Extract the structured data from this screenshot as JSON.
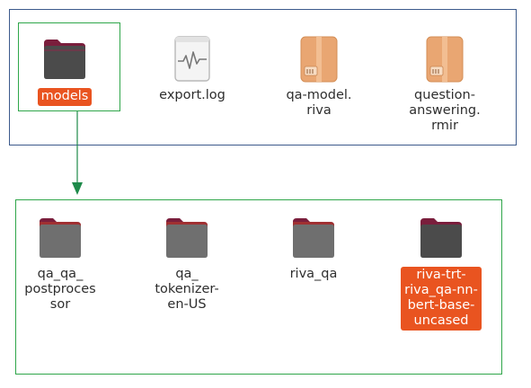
{
  "top_folder": {
    "items": [
      {
        "label": "models",
        "icon": "folder-icon",
        "selected": true
      },
      {
        "label": "export.log",
        "icon": "log-file-icon",
        "selected": false
      },
      {
        "label": "qa-model.\nriva",
        "icon": "archive-icon",
        "selected": false
      },
      {
        "label": "question-\nanswering.\nrmir",
        "icon": "archive-icon",
        "selected": false
      }
    ]
  },
  "models_folder": {
    "items": [
      {
        "label": "qa_qa_\npostproces\nsor",
        "icon": "folder-icon",
        "selected": false
      },
      {
        "label": "qa_\ntokenizer-\nen-US",
        "icon": "folder-icon",
        "selected": false
      },
      {
        "label": "riva_qa",
        "icon": "folder-icon",
        "selected": false
      },
      {
        "label": "riva-trt-\nriva_qa-nn-\nbert-base-\nuncased",
        "icon": "folder-icon",
        "selected": true
      }
    ]
  },
  "colors": {
    "selection": "#e95420",
    "folder_tab": "#7a1e3c",
    "folder_body": "#6f6f6f",
    "archive": "#e9a672",
    "top_panel_border": "#3c5a8c",
    "bottom_panel_border": "#2fa64a",
    "connector": "#1e8a4a"
  }
}
